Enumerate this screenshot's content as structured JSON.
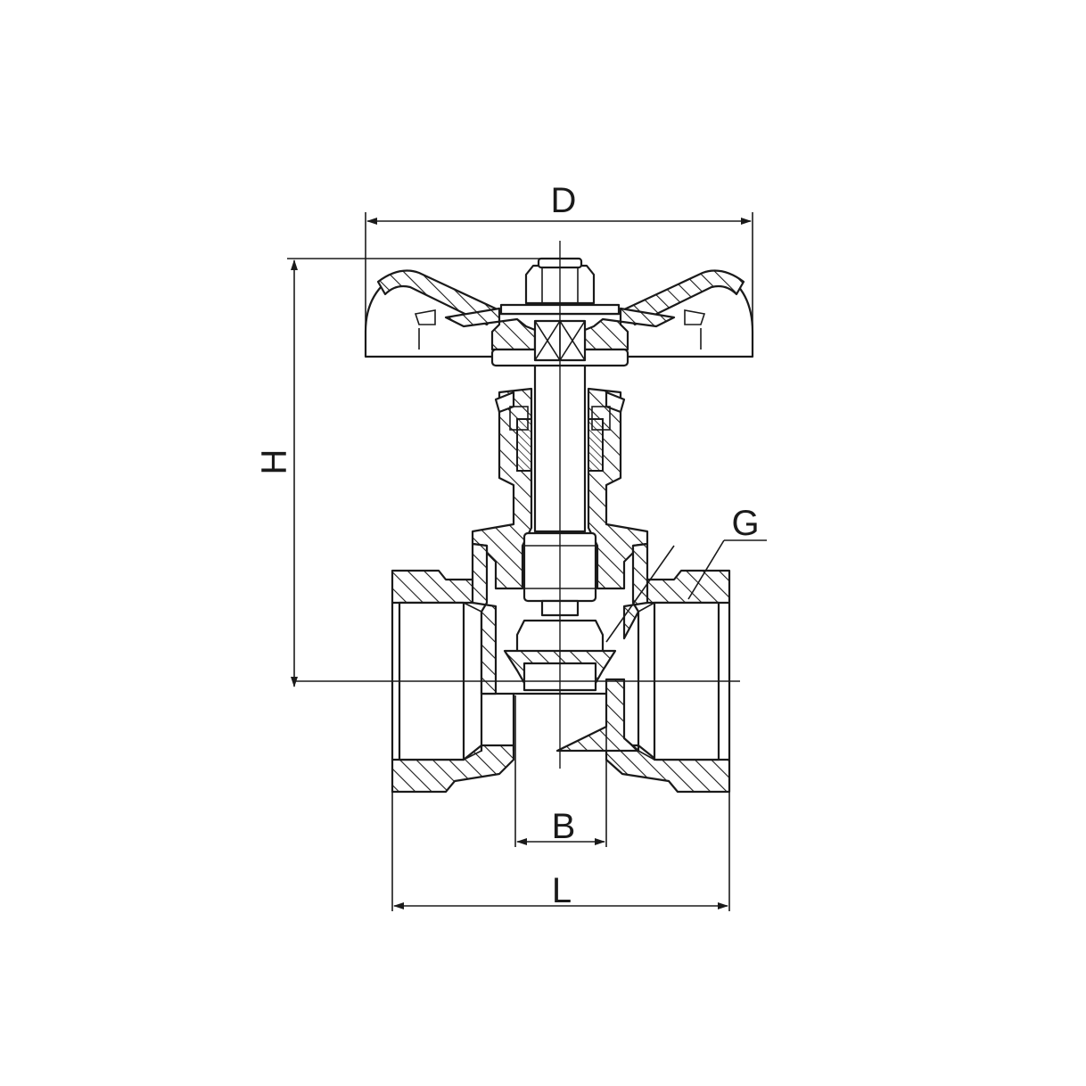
{
  "drawing": {
    "dimensions": {
      "D": "D",
      "H": "H",
      "G": "G",
      "B": "B",
      "L": "L"
    }
  }
}
